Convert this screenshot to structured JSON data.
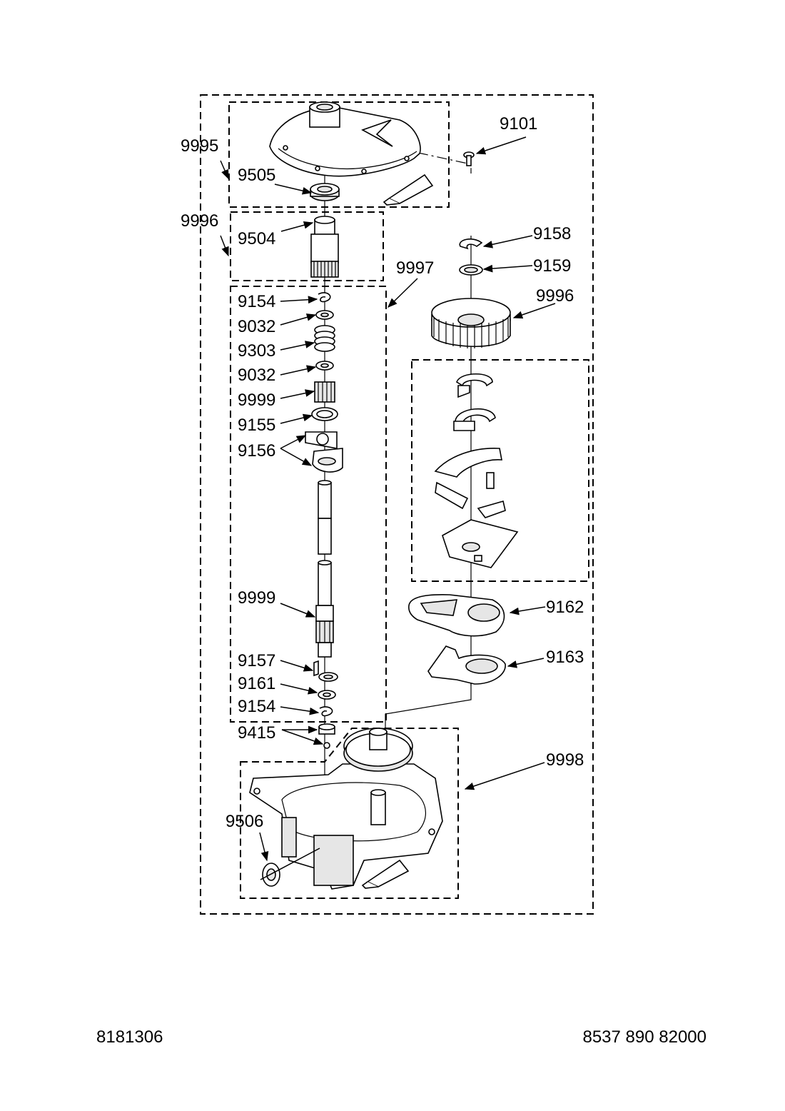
{
  "callouts": {
    "c9995": "9995",
    "c9101": "9101",
    "c9505": "9505",
    "c9996a": "9996",
    "c9504": "9504",
    "c9997": "9997",
    "c9158": "9158",
    "c9159": "9159",
    "c9996b": "9996",
    "c9154a": "9154",
    "c9032a": "9032",
    "c9303": "9303",
    "c9032b": "9032",
    "c9999a": "9999",
    "c9155": "9155",
    "c9156": "9156",
    "c9162": "9162",
    "c9163": "9163",
    "c9999b": "9999",
    "c9157": "9157",
    "c9161": "9161",
    "c9154b": "9154",
    "c9415": "9415",
    "c9998": "9998",
    "c9506": "9506"
  },
  "footer": {
    "left": "8181306",
    "right": "8537 890 82000"
  }
}
